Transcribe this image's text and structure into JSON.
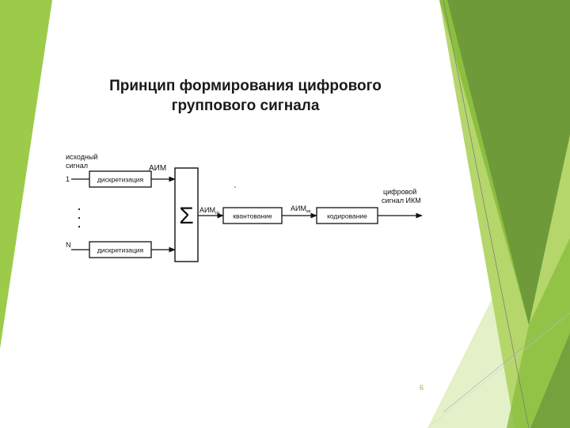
{
  "slide": {
    "title_line1": "Принцип формирования цифрового",
    "title_line2": "группового сигнала",
    "page_number": "6"
  },
  "diagram": {
    "source_label_1": "исходный",
    "source_label_2": "сигнал",
    "input_first": "1",
    "input_last": "N",
    "sampling_block_1": "дискретизация",
    "sampling_block_2": "дискретизация",
    "aim_label": "АИМ",
    "sum_symbol": "Σ",
    "aim_group": "АИМ",
    "aim_group_sub": "гр",
    "quantization_block": "квантование",
    "aim_quantized": "АИМ",
    "aim_quantized_sub": "кв",
    "coding_block": "кодирование",
    "output_label_1": "цифровой",
    "output_label_2": "сигнал ИКМ"
  },
  "colors": {
    "green_light": "#b5d66b",
    "green_mid": "#8cbf3f",
    "green_dark": "#6e9a3a",
    "green_pale": "#d8ebb0"
  }
}
